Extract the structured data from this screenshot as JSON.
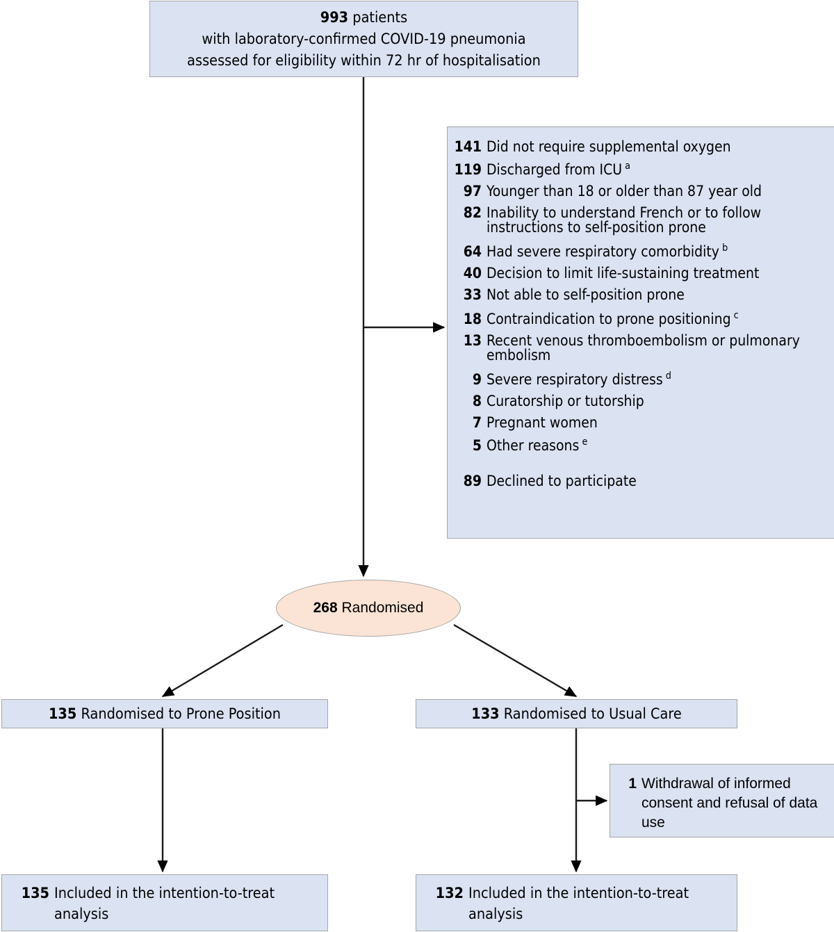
{
  "diagram": {
    "type": "consort-flow-diagram",
    "colors": {
      "box_fill": "#dbe2f2",
      "box_border": "#a6a6a6",
      "ellipse_fill": "#fbe4d5",
      "ellipse_border": "#a6a6a6",
      "connector": "#000000",
      "text": "#000000"
    }
  },
  "enrollment": {
    "count": "993",
    "line1_rest": " patients",
    "line2": "with laboratory-confirmed COVID-19 pneumonia",
    "line3": "assessed for eligibility within 72 hr of hospitalisation"
  },
  "exclusions": {
    "items": [
      {
        "n": "141",
        "text": "Did not require supplemental oxygen",
        "note": ""
      },
      {
        "n": "119",
        "text": "Discharged from ICU",
        "note": "a"
      },
      {
        "n": "97",
        "text": "Younger than 18 or older than 87 year old",
        "note": ""
      },
      {
        "n": "82",
        "text": "Inability to understand French or to follow instructions to self-position prone",
        "note": ""
      },
      {
        "n": "64",
        "text": "Had severe respiratory comorbidity",
        "note": "b"
      },
      {
        "n": "40",
        "text": "Decision to limit life-sustaining treatment",
        "note": ""
      },
      {
        "n": "33",
        "text": "Not able to self-position prone",
        "note": ""
      },
      {
        "n": "18",
        "text": "Contraindication to prone positioning",
        "note": "c"
      },
      {
        "n": "13",
        "text": "Recent venous thromboembolism or pulmonary embolism",
        "note": ""
      },
      {
        "n": "9",
        "text": "Severe respiratory distress",
        "note": "d"
      },
      {
        "n": "8",
        "text": "Curatorship or tutorship",
        "note": ""
      },
      {
        "n": "7",
        "text": "Pregnant women",
        "note": ""
      },
      {
        "n": "5",
        "text": "Other reasons",
        "note": "e"
      },
      {
        "n": "89",
        "text": "Declined to participate",
        "note": ""
      }
    ]
  },
  "randomisation": {
    "count": "268",
    "label": " Randomised"
  },
  "arms": {
    "prone": {
      "count": "135",
      "label": " Randomised to Prone Position"
    },
    "usual": {
      "count": "133",
      "label": " Randomised to Usual Care"
    }
  },
  "withdrawal": {
    "count": "1",
    "text": "Withdrawal of informed consent and refusal of data use"
  },
  "analysis": {
    "prone": {
      "count": "135",
      "text": "Included in the intention-to-treat analysis"
    },
    "usual": {
      "count": "132",
      "text": "Included in the intention-to-treat analysis"
    }
  }
}
